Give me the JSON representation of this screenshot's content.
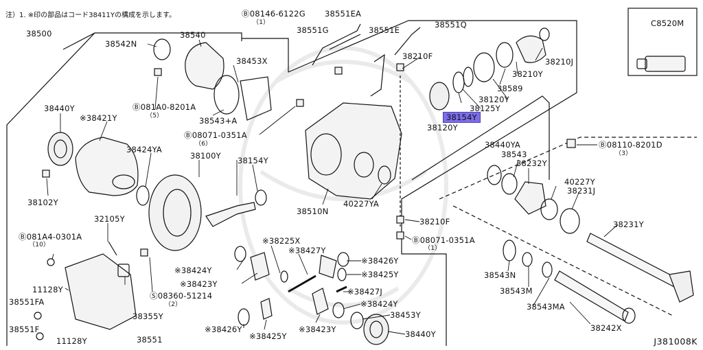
{
  "note": "注）1. ※印の部品はコード38411Yの構成を示します。",
  "catalog_code": "J381008K",
  "highlight_color": "#7b6ee8",
  "callouts": [
    {
      "id": "p38500",
      "text": "38500"
    },
    {
      "id": "p38542N",
      "text": "38542N"
    },
    {
      "id": "p38540",
      "text": "38540"
    },
    {
      "id": "b08146",
      "text": "Ⓑ08146-6122G"
    },
    {
      "id": "b08146q",
      "text": "（1）"
    },
    {
      "id": "p38551EA",
      "text": "38551EA"
    },
    {
      "id": "p38551G",
      "text": "38551G"
    },
    {
      "id": "p38551E",
      "text": "38551E"
    },
    {
      "id": "p38551Q",
      "text": "38551Q"
    },
    {
      "id": "p38210F_top",
      "text": "38210F"
    },
    {
      "id": "p38453X",
      "text": "38453X"
    },
    {
      "id": "b081A0",
      "text": "Ⓑ081A0-8201A"
    },
    {
      "id": "b081A0q",
      "text": "（5）"
    },
    {
      "id": "p38543A",
      "text": "38543+A"
    },
    {
      "id": "b08071_top",
      "text": "Ⓑ08071-0351A"
    },
    {
      "id": "b08071_topq",
      "text": "（6）"
    },
    {
      "id": "p38440Y_l",
      "text": "38440Y"
    },
    {
      "id": "p38421Y",
      "text": "※38421Y"
    },
    {
      "id": "p38424YA",
      "text": "38424YA"
    },
    {
      "id": "p38100Y",
      "text": "38100Y"
    },
    {
      "id": "p38154Y_l",
      "text": "38154Y"
    },
    {
      "id": "p38102Y",
      "text": "38102Y"
    },
    {
      "id": "p38510N",
      "text": "38510N"
    },
    {
      "id": "p40227YA",
      "text": "40227YA"
    },
    {
      "id": "p38210J",
      "text": "38210J"
    },
    {
      "id": "p38210Y",
      "text": "38210Y"
    },
    {
      "id": "p38589",
      "text": "38589"
    },
    {
      "id": "p38120Y_a",
      "text": "38120Y"
    },
    {
      "id": "p38125Y",
      "text": "38125Y"
    },
    {
      "id": "p38154Y_hl",
      "text": "38154Y"
    },
    {
      "id": "p38120Y_b",
      "text": "38120Y"
    },
    {
      "id": "pC8520M",
      "text": "C8520M"
    },
    {
      "id": "b08110",
      "text": "Ⓑ08110-8201D"
    },
    {
      "id": "b08110q",
      "text": "（3）"
    },
    {
      "id": "p38440YA",
      "text": "38440YA"
    },
    {
      "id": "p38543",
      "text": "38543"
    },
    {
      "id": "p38232Y",
      "text": "38232Y"
    },
    {
      "id": "p40227Y",
      "text": "40227Y"
    },
    {
      "id": "p38231J",
      "text": "38231J"
    },
    {
      "id": "p38231Y",
      "text": "38231Y"
    },
    {
      "id": "p32105Y",
      "text": "32105Y"
    },
    {
      "id": "b081A4",
      "text": "Ⓑ081A4-0301A"
    },
    {
      "id": "b081A4q",
      "text": "（10）"
    },
    {
      "id": "p38210F_mid",
      "text": "38210F"
    },
    {
      "id": "b08071_mid",
      "text": "Ⓑ08071-0351A"
    },
    {
      "id": "b08071_midq",
      "text": "（1）"
    },
    {
      "id": "p38225X",
      "text": "※38225X"
    },
    {
      "id": "p38427Y",
      "text": "※38427Y"
    },
    {
      "id": "p38426Y_r",
      "text": "※38426Y"
    },
    {
      "id": "p38425Y_r",
      "text": "※38425Y"
    },
    {
      "id": "p38424Y_l",
      "text": "※38424Y"
    },
    {
      "id": "p38423Y_l",
      "text": "※38423Y"
    },
    {
      "id": "p38427J",
      "text": "※38427J"
    },
    {
      "id": "p38424Y_r",
      "text": "※38424Y"
    },
    {
      "id": "p38453Y",
      "text": "38453Y"
    },
    {
      "id": "p38440Y_b",
      "text": "38440Y"
    },
    {
      "id": "p38543N",
      "text": "38543N"
    },
    {
      "id": "p38543M",
      "text": "38543M"
    },
    {
      "id": "p38543MA",
      "text": "38543MA"
    },
    {
      "id": "p38242X",
      "text": "38242X"
    },
    {
      "id": "p11128Y_a",
      "text": "11128Y"
    },
    {
      "id": "p38551FA",
      "text": "38551FA"
    },
    {
      "id": "p38551F",
      "text": "38551F"
    },
    {
      "id": "p11128Y_b",
      "text": "11128Y"
    },
    {
      "id": "s08360",
      "text": "Ⓢ08360-51214"
    },
    {
      "id": "s08360q",
      "text": "（2）"
    },
    {
      "id": "p38355Y",
      "text": "38355Y"
    },
    {
      "id": "p38551",
      "text": "38551"
    },
    {
      "id": "p38426Y_b",
      "text": "※38426Y"
    },
    {
      "id": "p38425Y_b",
      "text": "※38425Y"
    },
    {
      "id": "p38423Y_b",
      "text": "※38423Y"
    }
  ]
}
